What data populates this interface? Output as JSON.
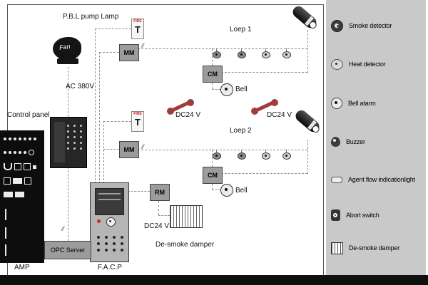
{
  "labels": {
    "pbl_pump_lamp": "P.B.L pump Lamp",
    "fan": "Fan",
    "ac380": "AC 380V",
    "control_panel": "Control panel",
    "amp": "AMP",
    "opc_server": "OPC Server",
    "facp": "F.A.C.P",
    "fire": "FIRE",
    "fire_t": "T",
    "mm": "MM",
    "cm": "CM",
    "rm": "RM",
    "loop1": "Loep 1",
    "loop2": "Loep 2",
    "bell": "Bell",
    "dc24v": "DC24 V",
    "de_smoke_damper": "De-smoke damper",
    "wire_break": "//"
  },
  "legend": {
    "items": [
      {
        "label": "Smoke detector",
        "icon": "smoke-detector-icon"
      },
      {
        "label": "Heat detector",
        "icon": "heat-detector-icon"
      },
      {
        "label": "Bell atarm",
        "icon": "bell-alarm-icon"
      },
      {
        "label": "Buzzer",
        "icon": "buzzer-icon"
      },
      {
        "label": "Agent flow indicationlight",
        "icon": "agent-flow-light-icon"
      },
      {
        "label": "Abort switch",
        "icon": "abort-switch-icon"
      },
      {
        "label": "De-smoke damper",
        "icon": "de-smoke-damper-icon"
      }
    ]
  },
  "colors": {
    "legend_bg": "#c9c9c9",
    "wire": "#8f8f8f",
    "module_bg": "#9c9c9c",
    "panel_dark": "#0d0d0d",
    "fire_red": "#cc2222",
    "led_red": "#dd2222"
  }
}
